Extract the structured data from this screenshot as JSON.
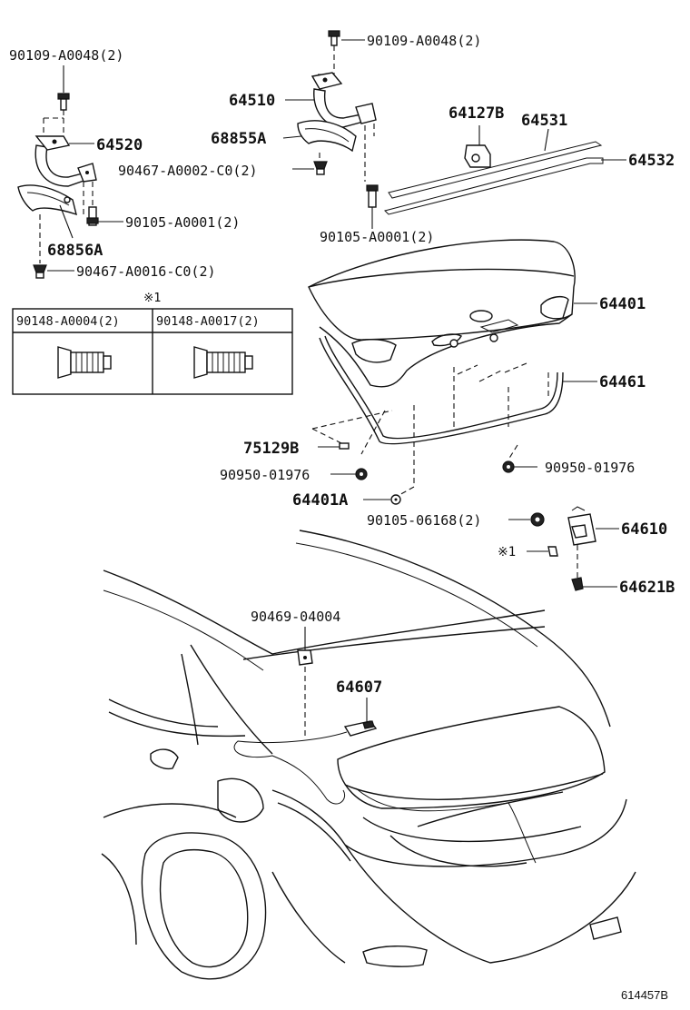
{
  "labels": {
    "p90109_left": "90109-A0048(2)",
    "p90109_mid": "90109-A0048(2)",
    "p64520": "64520",
    "p64510": "64510",
    "p68855A": "68855A",
    "p90467_top": "90467-A0002-C0(2)",
    "p90105_left": "90105-A0001(2)",
    "p68856A": "68856A",
    "p90467_bottom": "90467-A0016-C0(2)",
    "p90105_mid": "90105-A0001(2)",
    "p64127B": "64127B",
    "p64531": "64531",
    "p64532": "64532",
    "p64401": "64401",
    "p64461": "64461",
    "p75129B": "75129B",
    "p90950_left": "90950-01976",
    "p90950_right": "90950-01976",
    "p64401A": "64401A",
    "p90105_06168": "90105-06168(2)",
    "p64610": "64610",
    "p_note1": "※1",
    "p64621B": "64621B",
    "p90469": "90469-04004",
    "p64607": "64607"
  },
  "note_table": {
    "marker": "※1",
    "col1": "90148-A0004(2)",
    "col2": "90148-A0017(2)"
  },
  "diagram_code": "614457B"
}
